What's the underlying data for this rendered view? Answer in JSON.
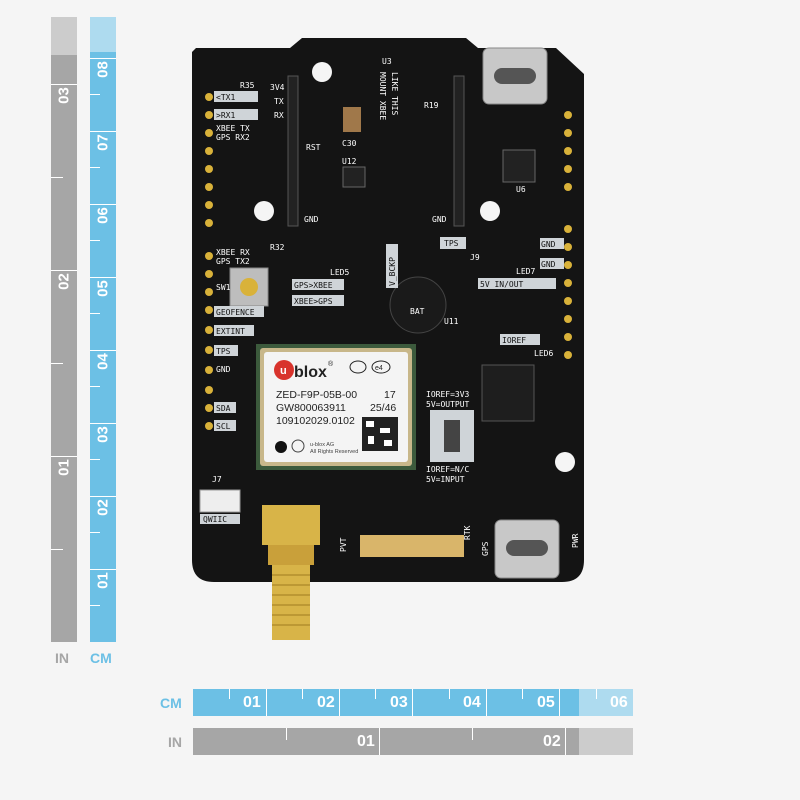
{
  "rulers": {
    "vertical_in": {
      "unit": "IN",
      "labels": [
        "01",
        "02",
        "03"
      ],
      "color": "#a6a6a6"
    },
    "vertical_cm": {
      "unit": "CM",
      "labels": [
        "01",
        "02",
        "03",
        "04",
        "05",
        "06",
        "07",
        "08"
      ],
      "color": "#6cc0e5"
    },
    "horizontal_cm": {
      "unit": "CM",
      "labels": [
        "01",
        "02",
        "03",
        "04",
        "05",
        "06"
      ],
      "color": "#6cc0e5"
    },
    "horizontal_in": {
      "unit": "IN",
      "labels": [
        "01",
        "02"
      ],
      "color": "#a6a6a6"
    }
  },
  "board": {
    "module": {
      "brand": "blox",
      "brand_prefix": "u",
      "registered": "®",
      "part": "ZED-F9P-05B-00",
      "lot": "GW800063911",
      "serial": "109102029.0102",
      "code1": "17",
      "code2": "25/46",
      "company": "u-blox AG",
      "rights": "All Rights Reserved",
      "rohs": "e4"
    },
    "silkscreen": {
      "tx1": "<TX1",
      "rx1": ">RX1",
      "xbee_tx": "XBEE TX",
      "gps_rx2": "GPS RX2",
      "xbee_rx": "XBEE RX",
      "gps_tx2": "GPS TX2",
      "v34": "3V4",
      "tx": "TX",
      "rx": "RX",
      "rst": "RST",
      "gnd": "GND",
      "mount": "MOUNT XBEE",
      "like_this": "LIKE THIS",
      "u3": "U3",
      "u12": "U12",
      "c30": "C30",
      "r19": "R19",
      "r35": "R35",
      "r32": "R32",
      "sw1": "SW1",
      "gps_xbee": "GPS>XBEE",
      "xbee_gps": "XBEE>GPS",
      "geofence": "GEOFENCE",
      "extint": "EXTINT",
      "tps": "TPS",
      "sda": "SDA",
      "scl": "SCL",
      "v_bckp": "V_BCKP",
      "bat": "BAT",
      "v5_inout": "5V IN/OUT",
      "ioref": "IOREF",
      "led5": "LED5",
      "led6": "LED6",
      "led7": "LED7",
      "ioref_3v3": "IOREF=3V3",
      "v5_output": "5V=OUTPUT",
      "ioref_nc": "IOREF=N/C",
      "v5_input": "5V=INPUT",
      "j7": "J7",
      "qwiic": "QWIIC",
      "pvt": "PVT",
      "rtk": "RTK",
      "gps": "GPS",
      "pwr": "PWR",
      "u6": "U6",
      "j9": "J9",
      "u11": "U11"
    }
  }
}
